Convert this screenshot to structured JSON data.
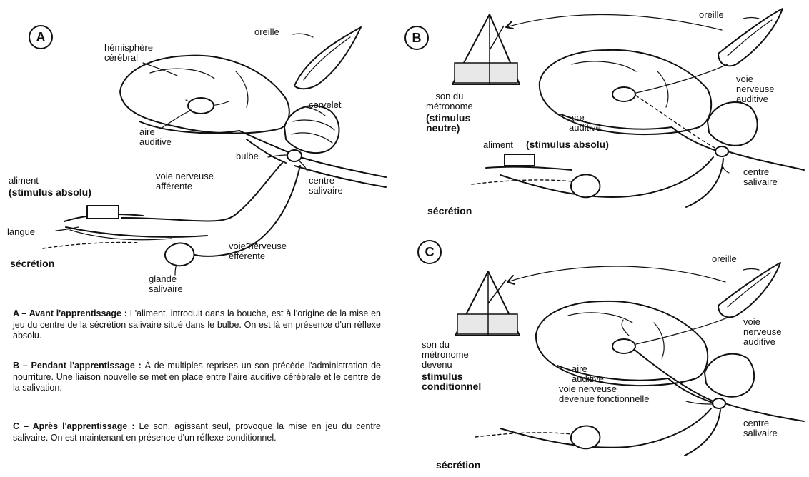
{
  "panels": {
    "a": {
      "letter": "A",
      "labels": {
        "oreille": "oreille",
        "hemisphere": "hémisphère\ncérébral",
        "cervelet": "cervelet",
        "aire_auditive": "aire\nauditive",
        "bulbe": "bulbe",
        "aliment": "aliment",
        "stimulus_absolu": "(stimulus absolu)",
        "voie_afferente": "voie nerveuse\nafférente",
        "centre_salivaire": "centre\nsalivaire",
        "langue": "langue",
        "secretion": "sécrétion",
        "voie_efferente": "voie nerveuse\nefférente",
        "glande_salivaire": "glande\nsalivaire"
      }
    },
    "b": {
      "letter": "B",
      "labels": {
        "oreille": "oreille",
        "son_du": "son du\nmétronome",
        "stimulus_neutre": "(stimulus\nneutre)",
        "voie_auditive": "voie\nnerveuse\nauditive",
        "aire_auditive": "aire\nauditive",
        "aliment": "aliment",
        "stimulus_absolu": "(stimulus absolu)",
        "centre_salivaire": "centre\nsalivaire",
        "secretion": "sécrétion"
      }
    },
    "c": {
      "letter": "C",
      "labels": {
        "oreille": "oreille",
        "son_du": "son du\nmétronome\ndevenu",
        "stimulus_conditionnel": "stimulus\nconditionnel",
        "voie_auditive": "voie\nnerveuse\nauditive",
        "aire_auditive": "aire\nauditive",
        "voie_fonctionnelle": "voie nerveuse\ndevenue fonctionnelle",
        "centre_salivaire": "centre\nsalivaire",
        "secretion": "sécrétion"
      }
    }
  },
  "captions": {
    "a_title": "A – Avant l'apprentissage :",
    "a_text": " L'aliment, introduit dans la bouche, est à l'origine de la mise en jeu du centre de la sécrétion salivaire situé dans le bulbe. On est là en présence d'un réflexe absolu.",
    "b_title": "B – Pendant l'apprentissage :",
    "b_text": " À de multiples reprises un son précède l'administration de nourriture. Une liaison nouvelle se met en place entre l'aire auditive cérébrale et le centre de la salivation.",
    "c_title": "C – Après l'apprentissage :",
    "c_text": " Le son, agissant seul, provoque la mise en jeu du centre salivaire. On est maintenant en présence d'un réflexe conditionnel."
  },
  "colors": {
    "ink": "#111111",
    "paper": "#ffffff"
  }
}
